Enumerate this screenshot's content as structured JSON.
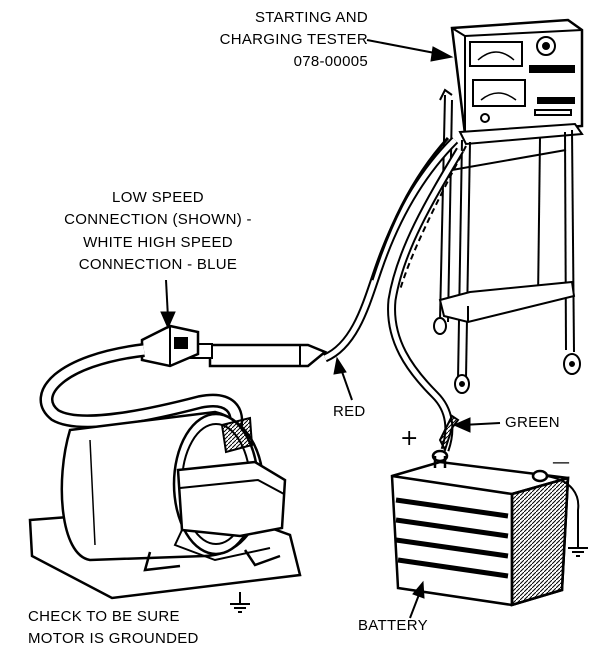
{
  "labels": {
    "tester_line1": "STARTING AND",
    "tester_line2": "CHARGING TESTER",
    "tester_part": "078-00005",
    "conn_line1": "LOW SPEED",
    "conn_line2": "CONNECTION (SHOWN) -",
    "conn_line3": "WHITE HIGH SPEED",
    "conn_line4": "CONNECTION - BLUE",
    "red": "RED",
    "green": "GREEN",
    "plus": "+",
    "minus": "—",
    "battery": "BATTERY",
    "ground_line1": "CHECK TO BE SURE",
    "ground_line2": "MOTOR IS GROUNDED"
  }
}
